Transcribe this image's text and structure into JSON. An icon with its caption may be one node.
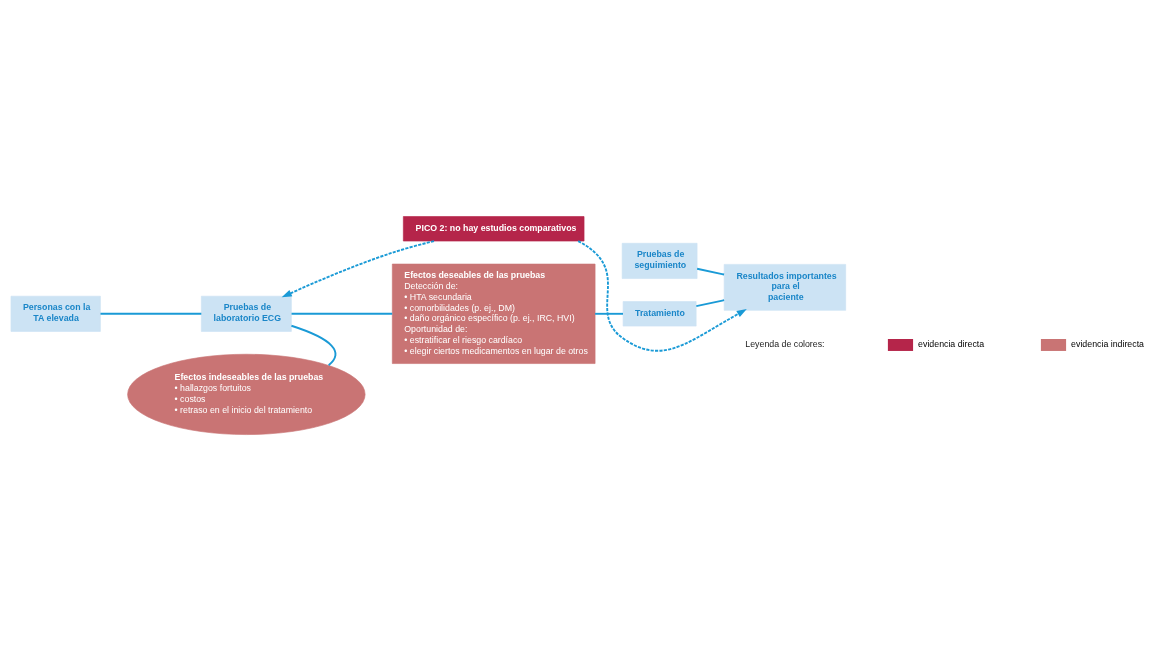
{
  "diagram": {
    "nodes": [
      {
        "text": [
          "PICO 2: no hay estudios comparativos"
        ]
      },
      {
        "text": [
          "Personas con la TA elevada"
        ]
      },
      {
        "text": [
          "Pruebas de laboratorio ECG"
        ]
      },
      {
        "text": [
          "Efectos deseables de las pruebas",
          "Detección de:",
          "• HTA secundaria",
          "• comorbilidades (p. ej., DM)",
          "• daño orgánico específico (p. ej., IRC, HVI)",
          "Oportunidad de:",
          "• estratificar el riesgo cardíaco",
          "• elegir ciertos medicamentos en lugar de otros"
        ]
      },
      {
        "text": [
          "Pruebas de seguimiento"
        ]
      },
      {
        "text": [
          "Tratamiento"
        ]
      },
      {
        "text": [
          "Resultados importantes para el paciente"
        ]
      },
      {
        "text": [
          "Efectos indeseables de las pruebas",
          "• hallazgos fortuitos",
          "• costos",
          "• retraso en el inicio del tratamiento"
        ]
      }
    ],
    "edges": [
      {
        "from": 0,
        "to": 2,
        "arrow": "to",
        "style": "dashed"
      },
      {
        "from": 0,
        "to": 6,
        "arrow": "to",
        "style": "dashed"
      },
      {
        "from": 1,
        "to": 2,
        "arrow": "none"
      },
      {
        "from": 2,
        "to": 3,
        "arrow": "none"
      },
      {
        "from": 3,
        "to": 5,
        "arrow": "none"
      },
      {
        "from": 5,
        "to": 6,
        "arrow": "none"
      },
      {
        "from": 4,
        "to": 6,
        "arrow": "none"
      },
      {
        "from": 2,
        "to": 7,
        "arrow": "none"
      }
    ],
    "labels": [
      "Leyenda de colores:"
    ],
    "legend": [
      {
        "text": "evidencia directa",
        "color": "#b5254a"
      },
      {
        "text": "evidencia indirecta",
        "color": "#c97474"
      }
    ]
  }
}
